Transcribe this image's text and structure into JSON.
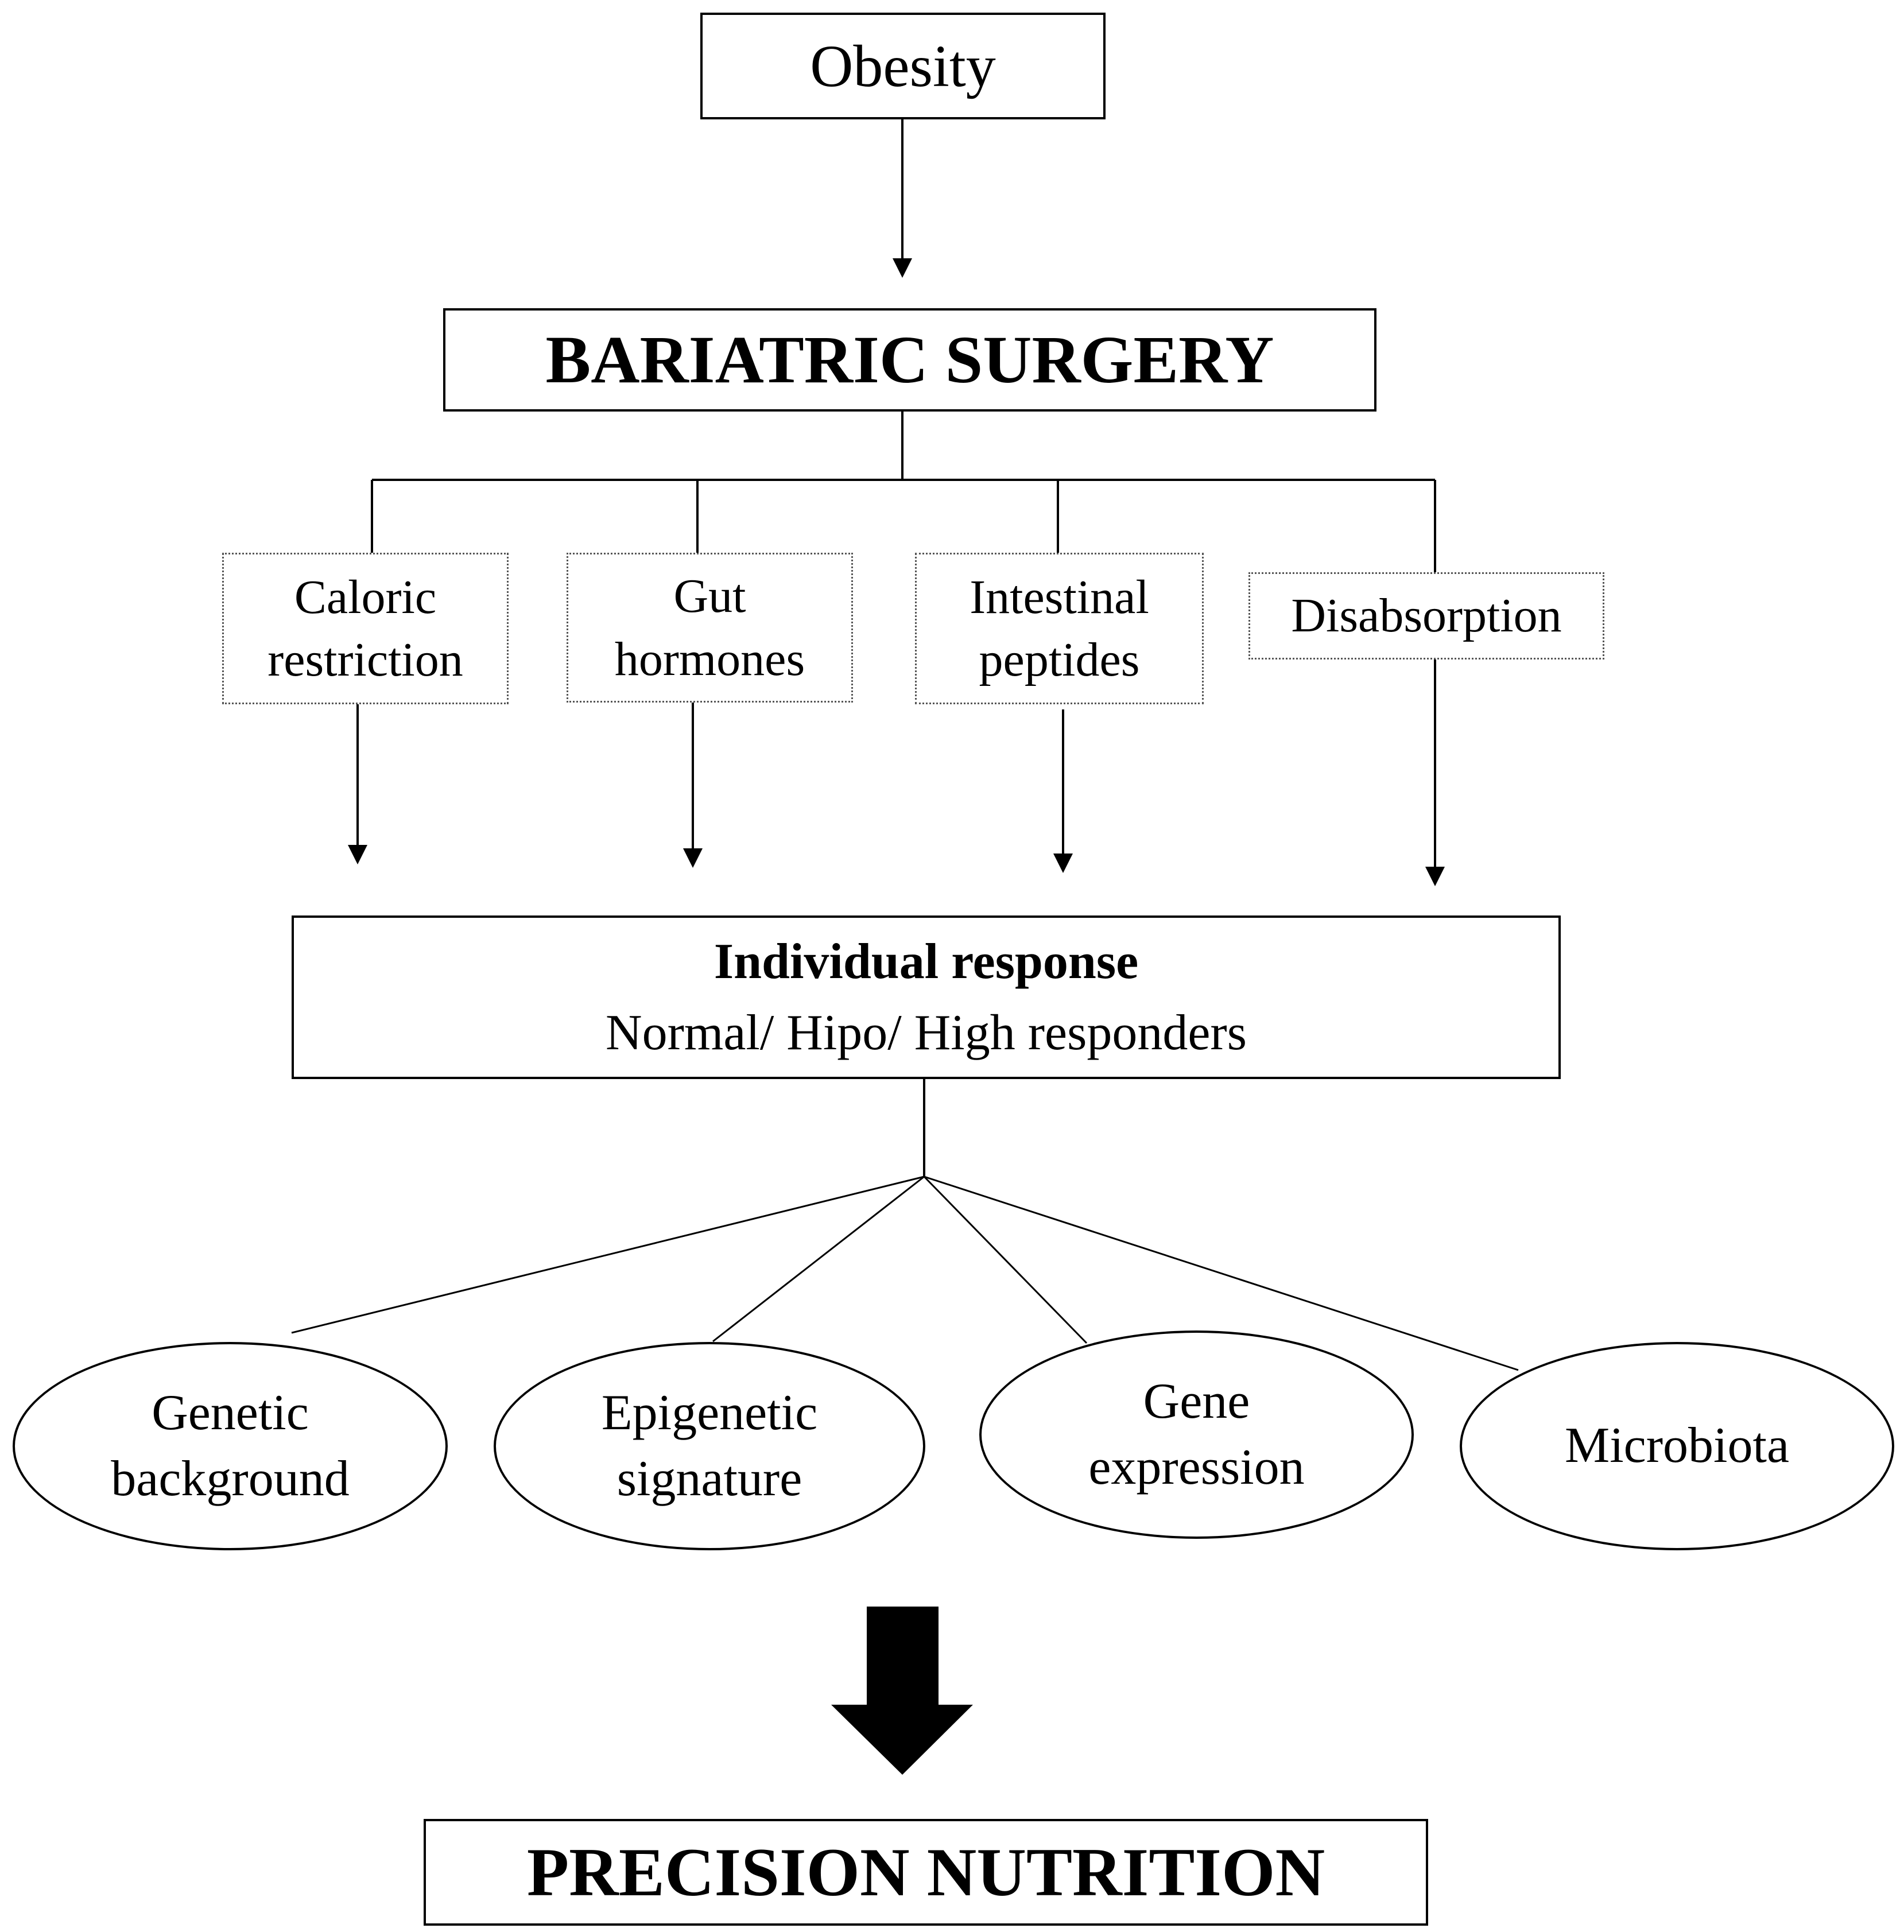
{
  "title": "Obesity",
  "central": "BARIATRIC SURGERY",
  "mechanisms": [
    [
      "Caloric",
      "restriction"
    ],
    [
      "Gut",
      "hormones"
    ],
    [
      "Intestinal",
      "peptides"
    ],
    [
      "Disabsorption"
    ]
  ],
  "response": {
    "title": "Individual response",
    "subtitle": "Normal/ Hipo/ High responders"
  },
  "factors": [
    [
      "Genetic",
      "background"
    ],
    [
      "Epigenetic",
      "signature"
    ],
    [
      "Gene",
      "expression"
    ],
    [
      "Microbiota"
    ]
  ],
  "outcome": "PRECISION NUTRITION"
}
